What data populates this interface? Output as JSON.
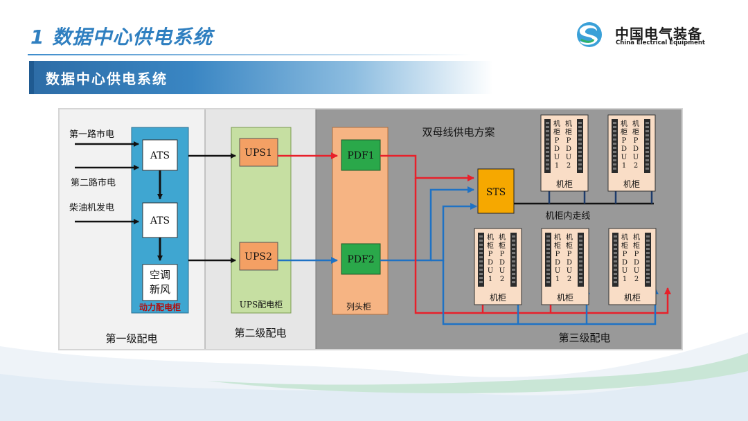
{
  "header": {
    "title": "1  数据中心供电系统",
    "logo_cn": "中国电气装备",
    "logo_en": "China Electrical Equipment"
  },
  "banner": {
    "text": "数据中心供电系统"
  },
  "diagram": {
    "sources": [
      "第一路市电",
      "第二路市电",
      "柴油机发电"
    ],
    "ats1": "ATS",
    "ats2": "ATS",
    "ac": [
      "空调",
      "新风"
    ],
    "power_cabinet": "动力配电柜",
    "tier1": "第一级配电",
    "ups1": "UPS1",
    "ups2": "UPS2",
    "ups_cabinet": "UPS配电柜",
    "tier2": "第二级配电",
    "pdf1": "PDF1",
    "pdf2": "PDF2",
    "head_cabinet": "列头柜",
    "dual_bus": "双母线供电方案",
    "sts": "STS",
    "in_rack_wiring": "机柜内走线",
    "tier3": "第三级配电",
    "rack_label": "机柜",
    "pdu1": [
      "机",
      "柜",
      "P",
      "D",
      "U",
      "1"
    ],
    "pdu2": [
      "机",
      "柜",
      "P",
      "D",
      "U",
      "2"
    ]
  },
  "colors": {
    "title_blue": "#2f7fc0",
    "red_feed": "#e8202a",
    "blue_feed": "#1f72c4",
    "sts_fill": "#f6a800"
  }
}
